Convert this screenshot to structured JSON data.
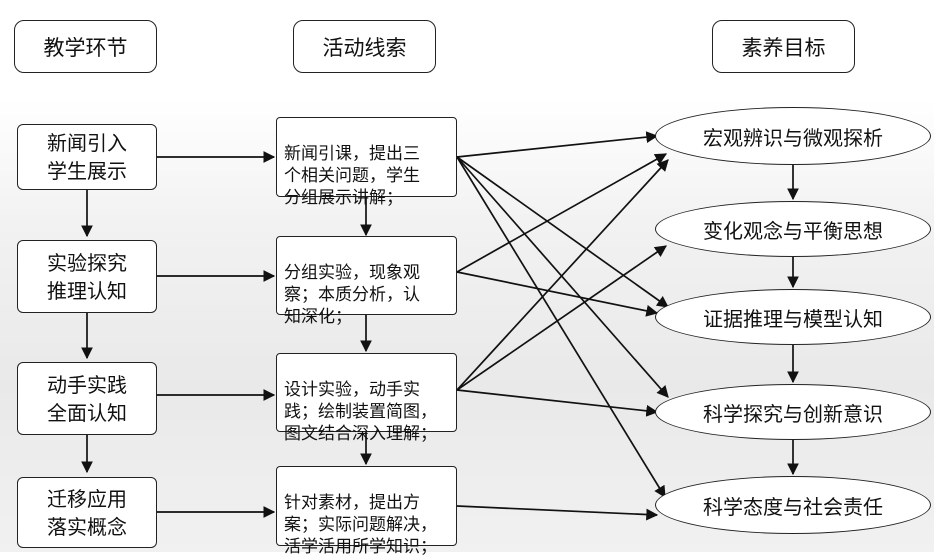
{
  "headers": {
    "stages": "教学环节",
    "activities": "活动线索",
    "goals": "素养目标"
  },
  "stages": [
    {
      "label": "新闻引入\n学生展示"
    },
    {
      "label": "实验探究\n推理认知"
    },
    {
      "label": "动手实践\n全面认知"
    },
    {
      "label": "迁移应用\n落实概念"
    }
  ],
  "activities": [
    {
      "text": "新闻引课，提出三\n个相关问题，学生\n分组展示讲解；"
    },
    {
      "text": "分组实验，现象观\n察；本质分析，认\n知深化；"
    },
    {
      "text": "设计实验，动手实\n践；绘制装置简图，\n图文结合深入理解；"
    },
    {
      "text": "针对素材，提出方\n案；实际问题解决，\n活学活用所学知识；"
    }
  ],
  "goals": [
    {
      "label": "宏观辨识与微观探析"
    },
    {
      "label": "变化观念与平衡思想"
    },
    {
      "label": "证据推理与模型认知"
    },
    {
      "label": "科学探究与创新意识"
    },
    {
      "label": "科学态度与社会责任"
    }
  ]
}
